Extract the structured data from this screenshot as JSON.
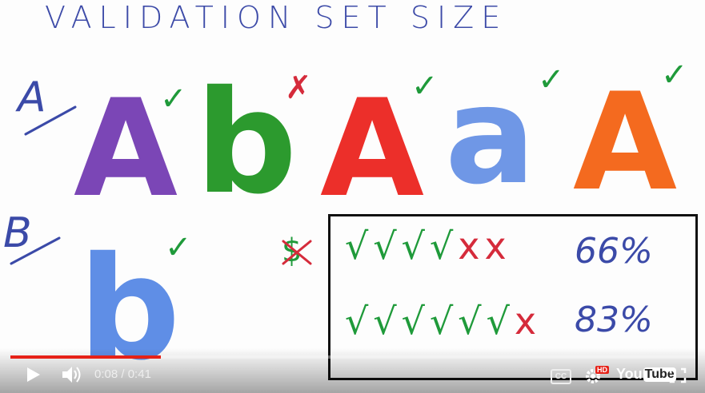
{
  "video": {
    "title_text": "VALIDATION SET SIZE",
    "label_a": "A",
    "label_b": "B",
    "top_letters": [
      {
        "char": "A",
        "color": "#7b46b6",
        "mark": "✓"
      },
      {
        "char": "b",
        "color": "#2c9a2e",
        "mark": "✗"
      },
      {
        "char": "A",
        "color": "#ec2f2a",
        "mark": "✓"
      },
      {
        "char": "a",
        "color": "#6f97e6",
        "mark": "✓"
      },
      {
        "char": "A",
        "color": "#f46a1f",
        "mark": "✓"
      }
    ],
    "bottom_letter": {
      "char": "b",
      "color": "#5f8ee6",
      "mark": "✓"
    },
    "struck_mark": "$",
    "results": [
      {
        "marks": "√√√√xx",
        "percent": "66%"
      },
      {
        "marks": "√√√√√√x",
        "percent": "83%"
      }
    ]
  },
  "player": {
    "current_time": "0:08",
    "duration": "0:41",
    "time_separator": " / ",
    "progress_fraction": 0.22,
    "cc_label": "CC",
    "hd_badge": "HD",
    "logo_you": "You",
    "logo_tube": "Tube",
    "icons": [
      "play-icon",
      "volume-icon",
      "captions-icon",
      "settings-icon",
      "youtube-logo",
      "fullscreen-icon"
    ]
  }
}
